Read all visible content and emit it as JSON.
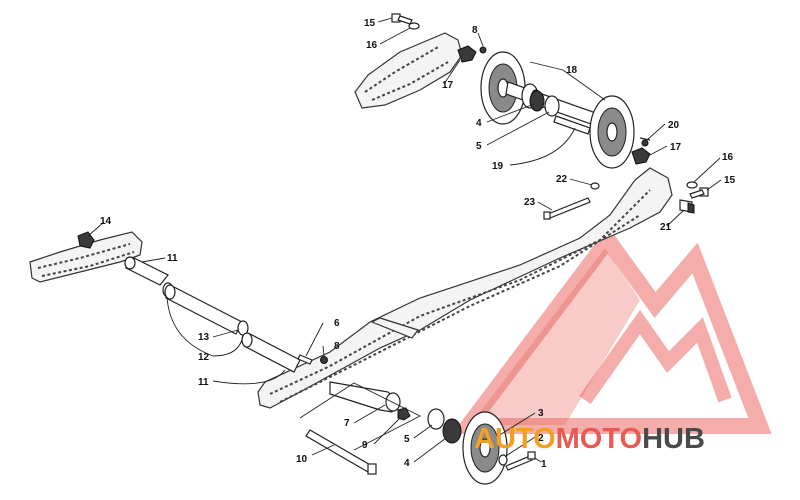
{
  "colors": {
    "logo_red": "#e85a53",
    "logo_orange": "#f2a024",
    "logo_gray": "#4a4a4a",
    "line_art": "#222222"
  },
  "callouts": {
    "c1": "1",
    "c2": "2",
    "c3": "3",
    "c4a": "4",
    "c4b": "4",
    "c5a": "5",
    "c5b": "5",
    "c6": "6",
    "c7": "7",
    "c8a": "8",
    "c8b": "8",
    "c9": "9",
    "c10": "10",
    "c11a": "11",
    "c11b": "11",
    "c12": "12",
    "c13": "13",
    "c14": "14",
    "c15a": "15",
    "c15b": "15",
    "c16a": "16",
    "c16b": "16",
    "c17a": "17",
    "c17b": "17",
    "c18": "18",
    "c19": "19",
    "c20": "20",
    "c21": "21",
    "c22": "22",
    "c23": "23"
  },
  "watermark": {
    "part1": "AUTO",
    "part2": "MOTO",
    "part3": "HUB",
    "logo_icon": "triangle-m-logo"
  }
}
